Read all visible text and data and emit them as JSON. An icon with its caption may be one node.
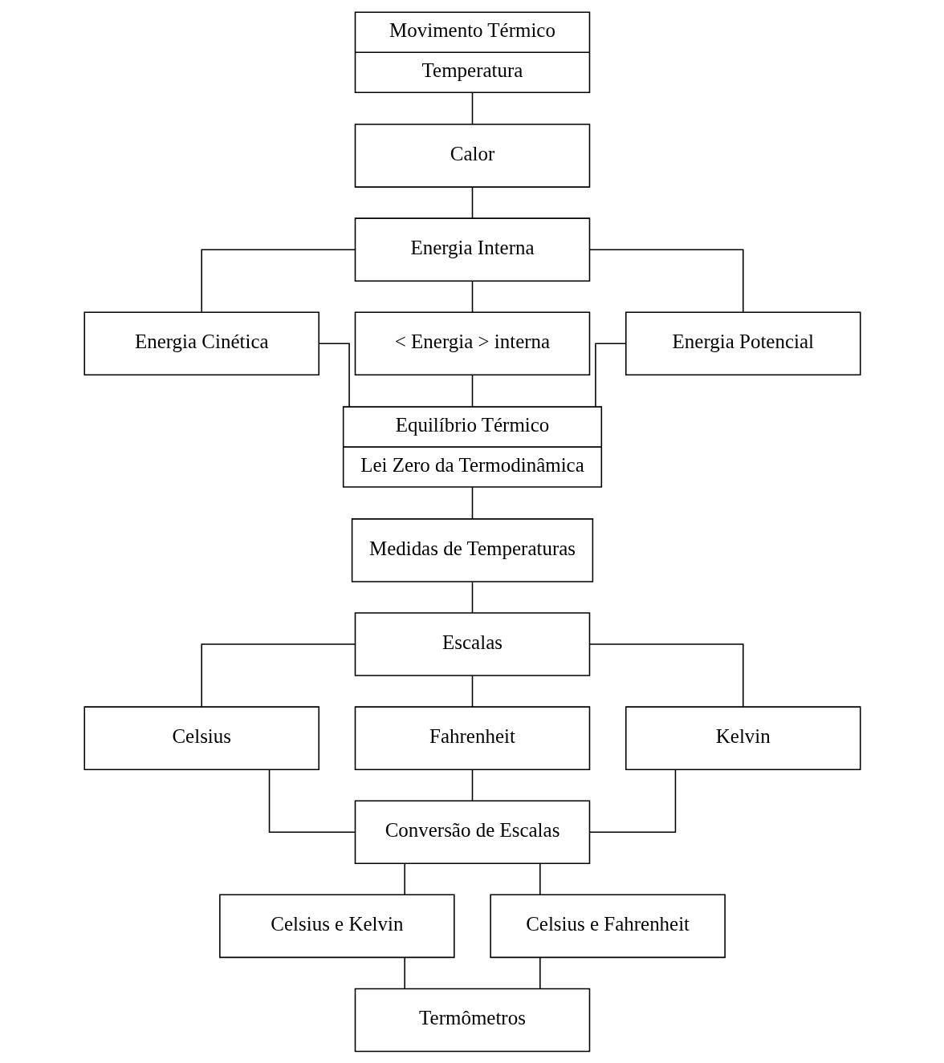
{
  "diagram": {
    "nodes": [
      {
        "text": [
          "Movimento Térmico",
          "Temperatura"
        ]
      },
      {
        "text": [
          "Calor"
        ]
      },
      {
        "text": [
          "Energia Interna"
        ]
      },
      {
        "text": [
          "Energia Cinética"
        ]
      },
      {
        "text": [
          "< Energia > interna"
        ]
      },
      {
        "text": [
          "Energia Potencial"
        ]
      },
      {
        "text": [
          "Equilíbrio Térmico",
          "Lei Zero da Termodinâmica"
        ]
      },
      {
        "text": [
          "Medidas de Temperaturas"
        ]
      },
      {
        "text": [
          "Escalas"
        ]
      },
      {
        "text": [
          "Celsius"
        ]
      },
      {
        "text": [
          "Fahrenheit"
        ]
      },
      {
        "text": [
          "Kelvin"
        ]
      },
      {
        "text": [
          "Conversão de Escalas"
        ]
      },
      {
        "text": [
          "Celsius e Kelvin"
        ]
      },
      {
        "text": [
          "Celsius e Fahrenheit"
        ]
      },
      {
        "text": [
          "Termômetros"
        ]
      }
    ],
    "edges": [
      {
        "from": 0,
        "to": 1,
        "arrow": "none"
      },
      {
        "from": 1,
        "to": 2,
        "arrow": "none"
      },
      {
        "from": 2,
        "to": 3,
        "arrow": "none"
      },
      {
        "from": 2,
        "to": 4,
        "arrow": "none"
      },
      {
        "from": 2,
        "to": 5,
        "arrow": "none"
      },
      {
        "from": 3,
        "to": 6,
        "arrow": "none"
      },
      {
        "from": 4,
        "to": 6,
        "arrow": "none"
      },
      {
        "from": 5,
        "to": 6,
        "arrow": "none"
      },
      {
        "from": 6,
        "to": 7,
        "arrow": "none"
      },
      {
        "from": 7,
        "to": 8,
        "arrow": "none"
      },
      {
        "from": 8,
        "to": 9,
        "arrow": "none"
      },
      {
        "from": 8,
        "to": 10,
        "arrow": "none"
      },
      {
        "from": 8,
        "to": 11,
        "arrow": "none"
      },
      {
        "from": 9,
        "to": 12,
        "arrow": "none"
      },
      {
        "from": 10,
        "to": 12,
        "arrow": "none"
      },
      {
        "from": 11,
        "to": 12,
        "arrow": "none"
      },
      {
        "from": 12,
        "to": 13,
        "arrow": "none"
      },
      {
        "from": 12,
        "to": 14,
        "arrow": "none"
      },
      {
        "from": 13,
        "to": 15,
        "arrow": "none"
      },
      {
        "from": 14,
        "to": 15,
        "arrow": "none"
      }
    ]
  }
}
